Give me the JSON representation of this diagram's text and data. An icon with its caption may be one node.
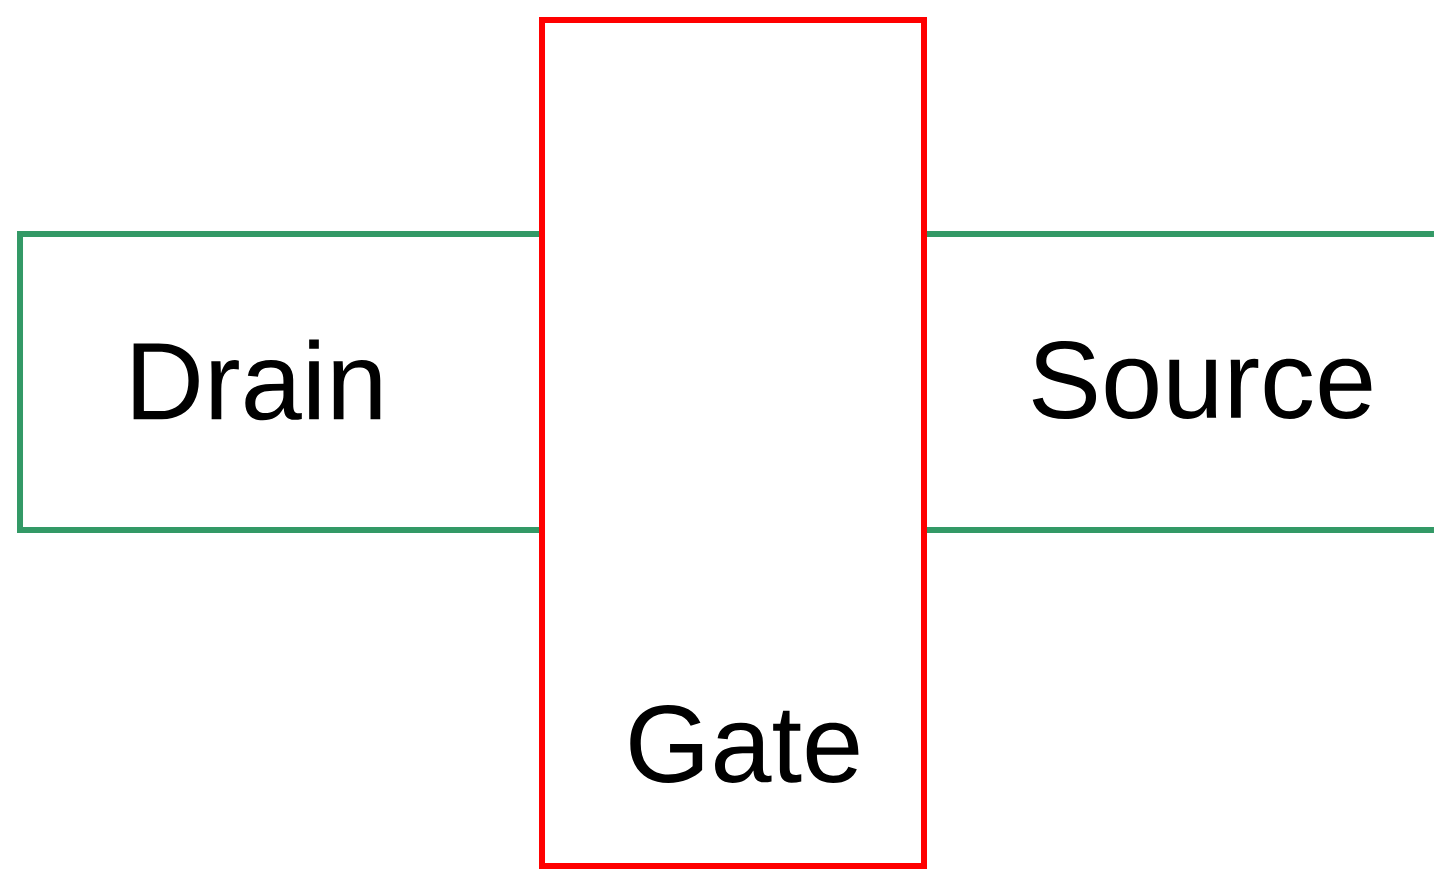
{
  "diagram": {
    "nodes": [
      {
        "text": [
          "Drain"
        ]
      },
      {
        "text": [
          "Source"
        ]
      },
      {
        "text": [
          "Gate"
        ]
      }
    ]
  }
}
